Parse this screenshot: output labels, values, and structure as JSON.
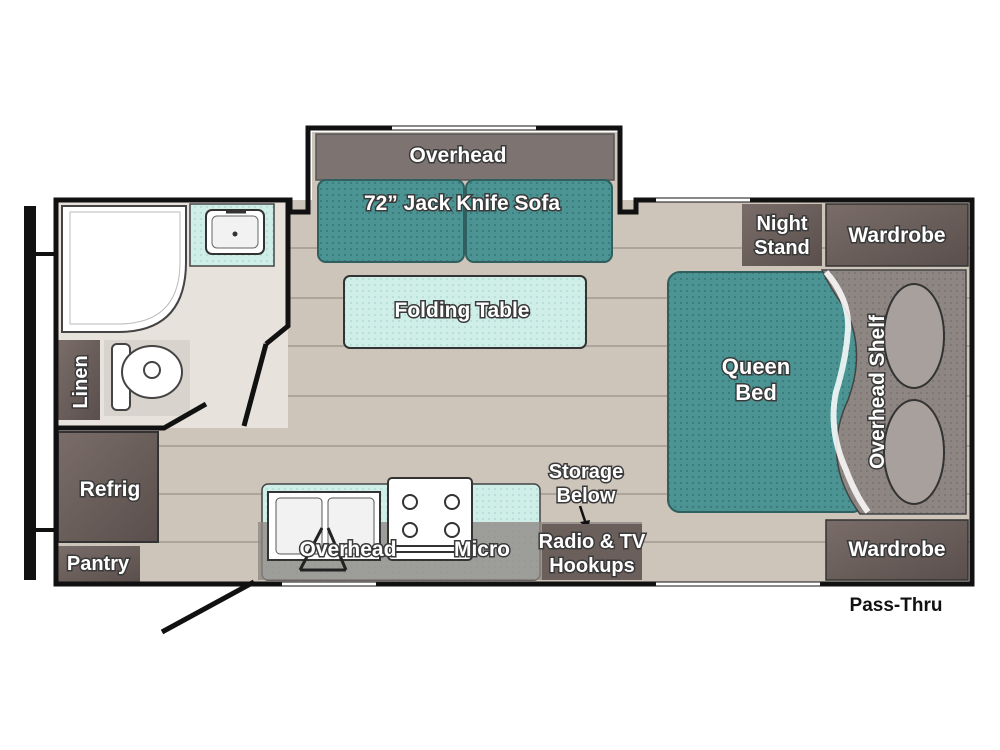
{
  "floorplan": {
    "labels": {
      "overhead_top": "Overhead",
      "sofa": "72” Jack Knife Sofa",
      "folding_table": "Folding Table",
      "night_stand_line1": "Night",
      "night_stand_line2": "Stand",
      "wardrobe_top": "Wardrobe",
      "queen_bed_line1": "Queen",
      "queen_bed_line2": "Bed",
      "overhead_shelf": "Overhead Shelf",
      "linen": "Linen",
      "refrig": "Refrig",
      "pantry": "Pantry",
      "overhead_kitchen": "Overhead",
      "micro": "Micro",
      "storage_line1": "Storage",
      "storage_line2": "Below",
      "radio_line1": "Radio & TV",
      "radio_line2": "Hookups",
      "wardrobe_bottom": "Wardrobe",
      "pass_thru": "Pass-Thru"
    },
    "colors": {
      "floor": "#cdc4ba",
      "plank_line": "#9a928a",
      "wall": "#111111",
      "cabinet": "#6b5f5c",
      "teal_upholstery": "#4c9393",
      "light_teal": "#cfeee8",
      "shelf_gray": "#8e8683"
    },
    "icons": [
      "sink-icon",
      "toilet-icon",
      "shower-icon",
      "stove-icon",
      "door-swing-icon"
    ]
  }
}
